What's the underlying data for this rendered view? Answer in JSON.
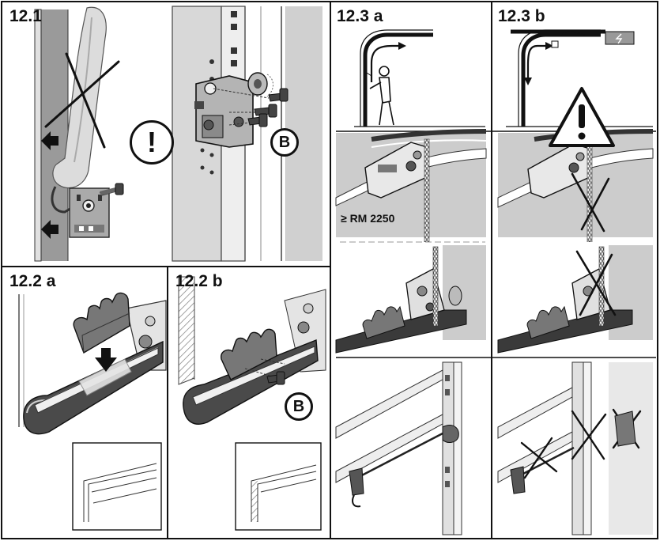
{
  "panels": {
    "p12_1": {
      "label": "12.1",
      "callout": "B"
    },
    "p12_2a": {
      "label": "12.2 a"
    },
    "p12_2b": {
      "label": "12.2 b",
      "callout": "B"
    },
    "p12_3a": {
      "label": "12.3 a",
      "measure": "≥ RM 2250"
    },
    "p12_3b": {
      "label": "12.3 b"
    }
  },
  "icons": {
    "attention": "exclamation-in-circle-icon",
    "warning": "warning-triangle-icon",
    "cross": "cross-out-icon",
    "arrow": "direction-arrow-icon",
    "battery": "battery-icon",
    "person": "person-icon"
  },
  "colors": {
    "ink": "#111111",
    "grey": "#c8c8c8",
    "dark": "#3a3a3a",
    "paper": "#ffffff"
  }
}
